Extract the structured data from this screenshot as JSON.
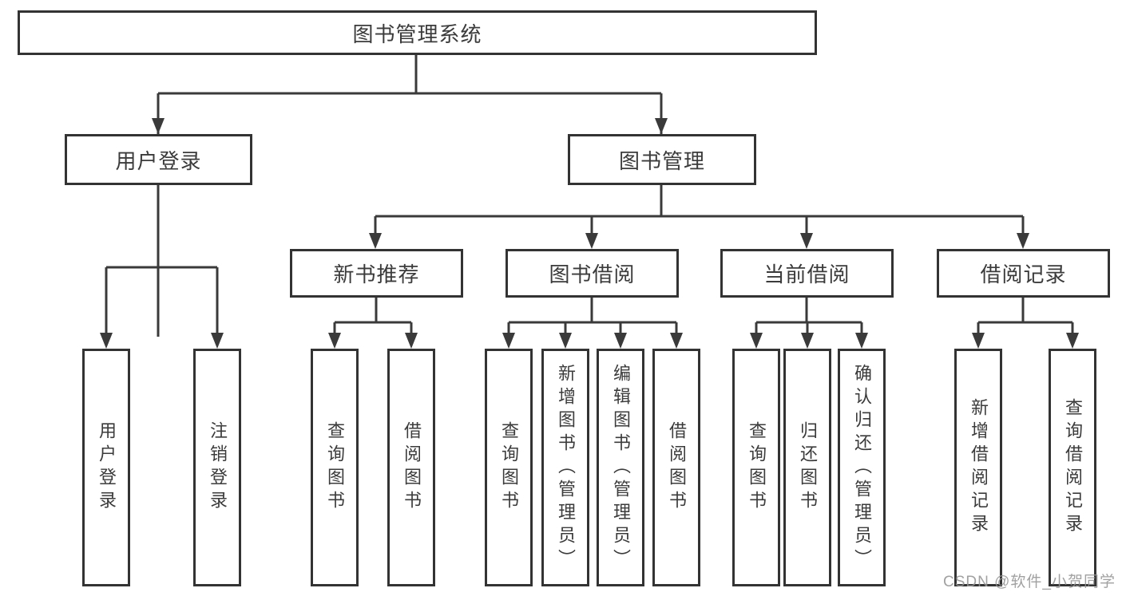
{
  "diagram": {
    "root": {
      "label": "图书管理系统"
    },
    "branches": [
      {
        "label": "用户登录"
      },
      {
        "label": "图书管理"
      }
    ],
    "modules": [
      {
        "label": "新书推荐"
      },
      {
        "label": "图书借阅"
      },
      {
        "label": "当前借阅"
      },
      {
        "label": "借阅记录"
      }
    ],
    "leaves": [
      {
        "label": "用户登录"
      },
      {
        "label": "注销登录"
      },
      {
        "label": "查询图书"
      },
      {
        "label": "借阅图书"
      },
      {
        "label": "查询图书"
      },
      {
        "label": "新增图书（管理员）"
      },
      {
        "label": "编辑图书（管理员）"
      },
      {
        "label": "借阅图书"
      },
      {
        "label": "查询图书"
      },
      {
        "label": "归还图书"
      },
      {
        "label": "确认归还（管理员）"
      },
      {
        "label": "新增借阅记录"
      },
      {
        "label": "查询借阅记录"
      }
    ]
  },
  "watermark": {
    "text": "CSDN @软件_小贺同学"
  },
  "colors": {
    "line": "#3a3a3a",
    "box_border": "#333333",
    "text": "#3b3b3b",
    "background": "#ffffff",
    "watermark": "#949494"
  }
}
